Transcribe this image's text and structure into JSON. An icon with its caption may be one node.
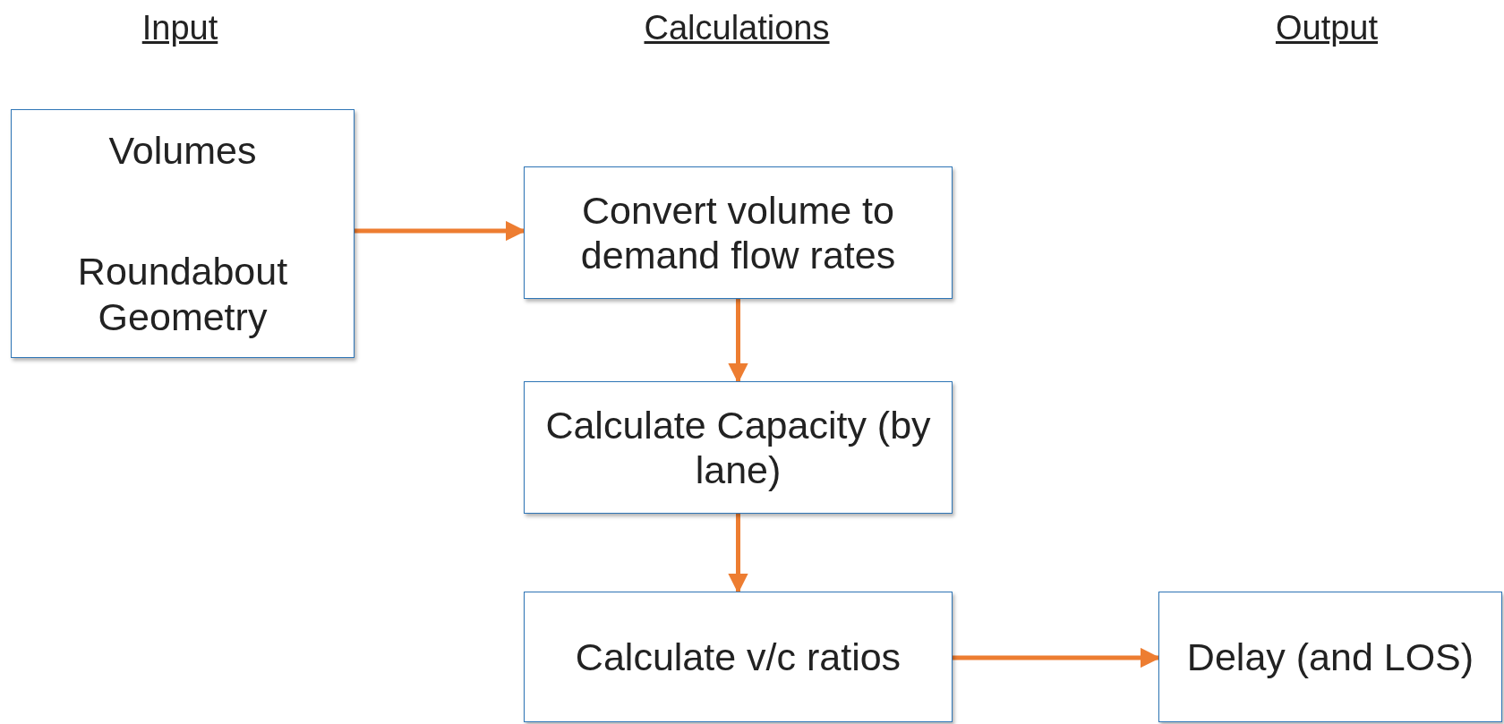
{
  "diagram": {
    "nodes": [
      {
        "text": [
          "Volumes",
          "Roundabout Geometry"
        ]
      },
      {
        "text": [
          "Convert volume to demand flow rates"
        ]
      },
      {
        "text": [
          "Calculate Capacity (by lane)"
        ]
      },
      {
        "text": [
          "Calculate v/c ratios"
        ]
      },
      {
        "text": [
          "Delay (and LOS)"
        ]
      }
    ],
    "edges": [
      {
        "from": 0,
        "to": 1,
        "arrow": "to"
      },
      {
        "from": 1,
        "to": 2,
        "arrow": "to"
      },
      {
        "from": 2,
        "to": 3,
        "arrow": "to"
      },
      {
        "from": 3,
        "to": 4,
        "arrow": "to"
      }
    ],
    "labels": [
      "Input",
      "Calculations",
      "Output"
    ]
  }
}
